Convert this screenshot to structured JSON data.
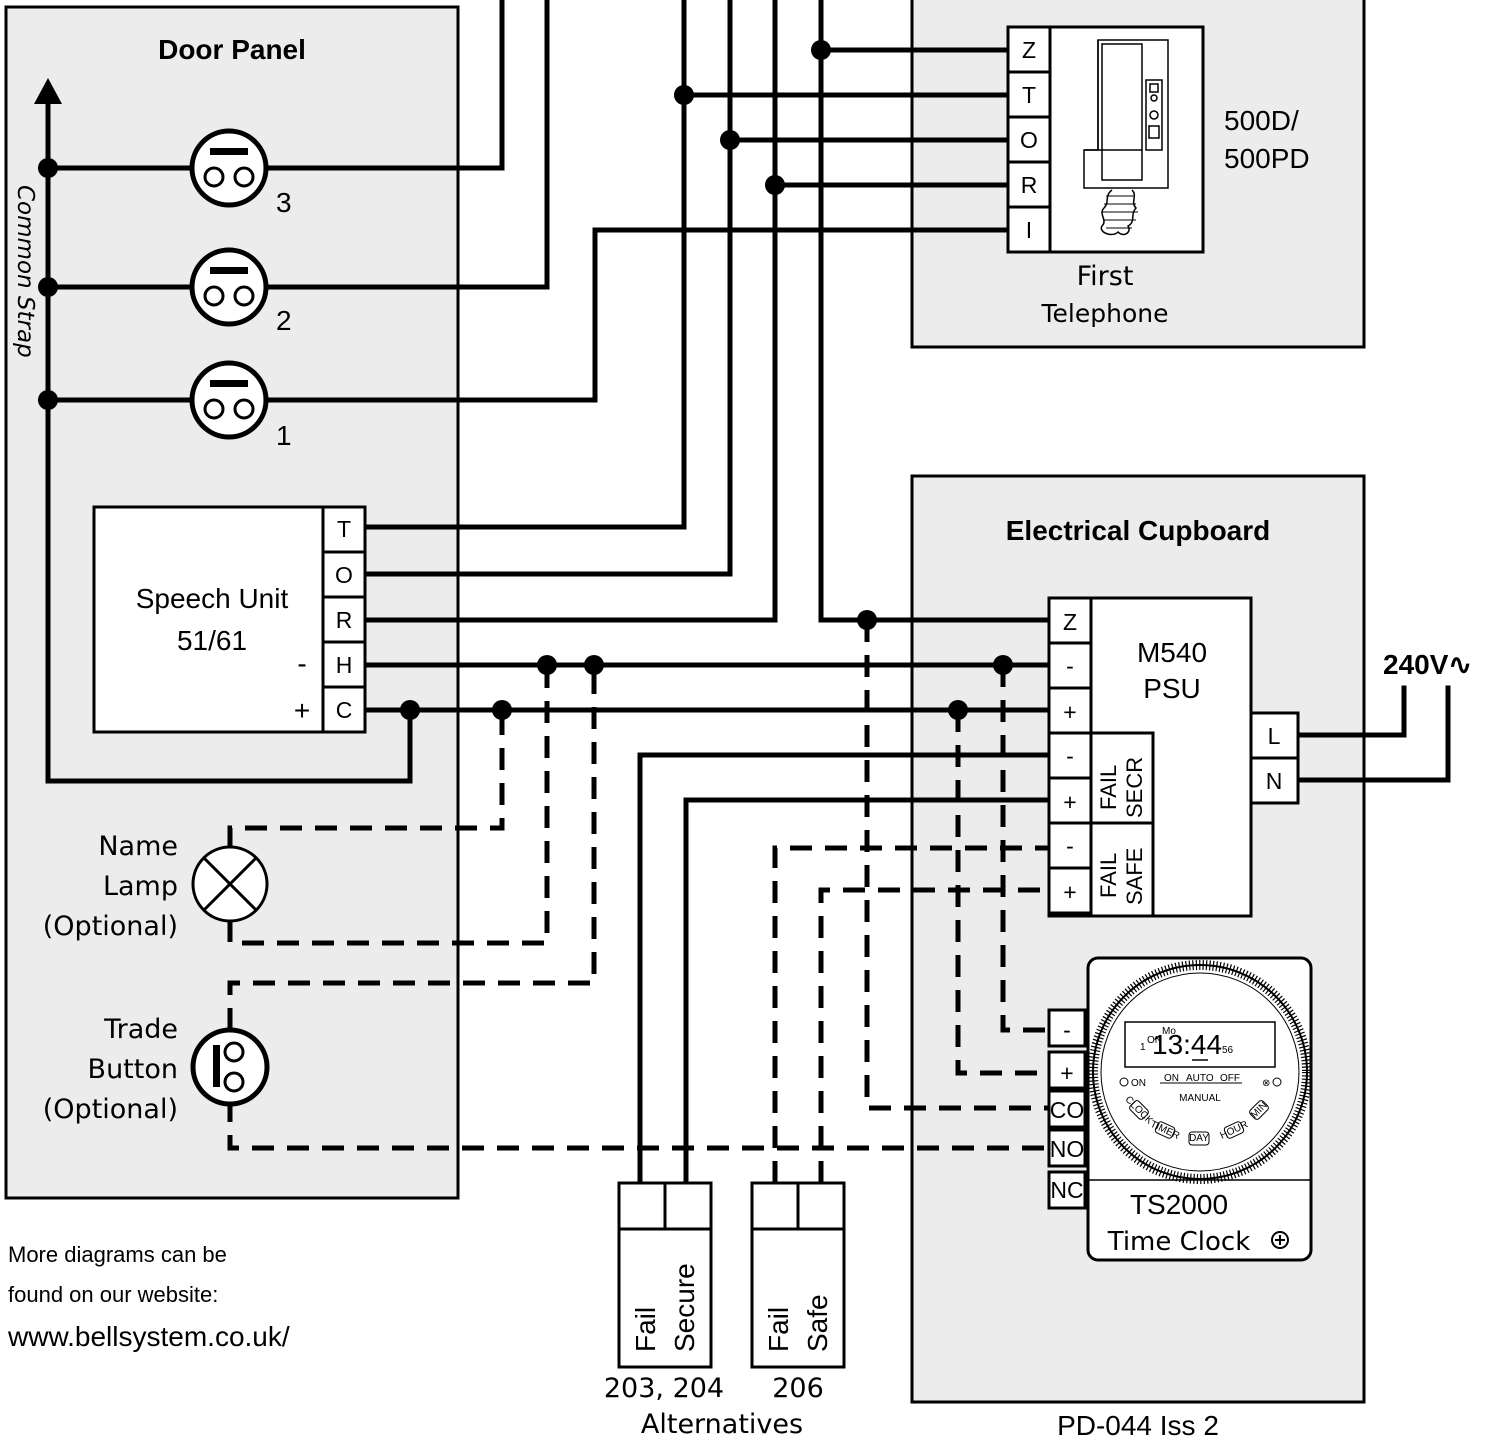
{
  "door_panel": {
    "title": "Door Panel",
    "strap_label": "Common Strap",
    "buttons": [
      "3",
      "2",
      "1"
    ],
    "speech_unit": {
      "name": "Speech Unit",
      "model": "51/61",
      "terminals": [
        "T",
        "O",
        "R",
        "H",
        "C"
      ],
      "minus_label": "-",
      "plus_label": "+"
    },
    "name_lamp": [
      "Name",
      "Lamp",
      "(Optional)"
    ],
    "trade_button": [
      "Trade",
      "Button",
      "(Optional)"
    ]
  },
  "telephone": {
    "terminals": [
      "Z",
      "T",
      "O",
      "R",
      "I"
    ],
    "model_line1": "500D/",
    "model_line2": "500PD",
    "caption_line1": "First",
    "caption_line2": "Telephone"
  },
  "cupboard": {
    "title": "Electrical Cupboard",
    "psu": {
      "name_line1": "M540",
      "name_line2": "PSU",
      "terminals": [
        "Z",
        "-",
        "+",
        "-",
        "+",
        "-",
        "+"
      ],
      "fail_secr": [
        "FAIL",
        "SECR"
      ],
      "fail_safe": [
        "FAIL",
        "SAFE"
      ],
      "mains_terminals": [
        "L",
        "N"
      ]
    },
    "mains_label": "240V∿",
    "time_clock": {
      "terminals": [
        "-",
        "+",
        "CO",
        "NO",
        "NC"
      ],
      "model": "TS2000",
      "caption": "Time Clock",
      "screen_day": "Mo",
      "screen_prog": "1",
      "screen_on": "ON",
      "screen_time": "13:44",
      "screen_sec": "56",
      "mode_on": "ON",
      "mode_auto": "AUTO",
      "mode_off": "OFF",
      "manual": "MANUAL",
      "left_on": "ON",
      "buttons": [
        "CLOCK",
        "TIMER",
        "DAY",
        "HOUR",
        "MIN"
      ]
    }
  },
  "locks": {
    "fail_secure": [
      "Fail",
      "Secure"
    ],
    "fail_secure_models": "203, 204",
    "fail_safe": [
      "Fail",
      "Safe"
    ],
    "fail_safe_models": "206",
    "alternatives": "Alternatives"
  },
  "footer": {
    "note_line1": "More diagrams can be",
    "note_line2": "found on our website:",
    "website": "www.bellsystem.co.uk/",
    "doc_ref": "PD-044 Iss 2"
  }
}
